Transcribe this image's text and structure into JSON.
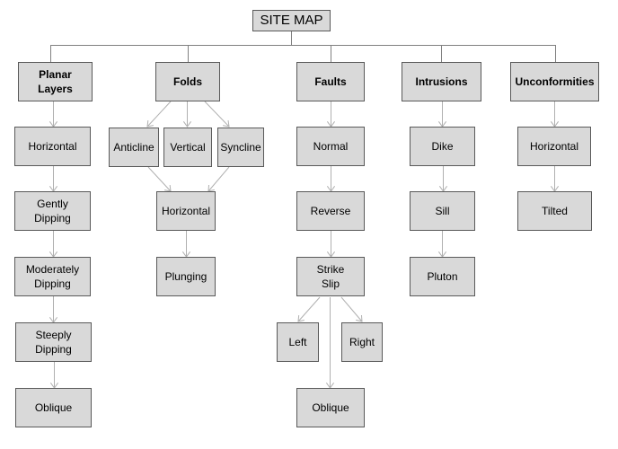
{
  "title": "SITE MAP",
  "categories": [
    {
      "label": "Planar\nLayers",
      "children": [
        "Horizontal",
        "Gently\nDipping",
        "Moderately\nDipping",
        "Steeply\nDipping",
        "Oblique"
      ]
    },
    {
      "label": "Folds",
      "children": [
        "Anticline",
        "Vertical",
        "Syncline",
        "Horizontal",
        "Plunging"
      ]
    },
    {
      "label": "Faults",
      "children": [
        "Normal",
        "Reverse",
        "Strike\nSlip",
        "Left",
        "Right",
        "Oblique"
      ]
    },
    {
      "label": "Intrusions",
      "children": [
        "Dike",
        "Sill",
        "Pluton"
      ]
    },
    {
      "label": "Unconformities",
      "children": [
        "Horizontal",
        "Tilted"
      ]
    }
  ],
  "colors": {
    "box_fill": "#d9d9d9",
    "box_border": "#595959",
    "tree_line": "#808080",
    "arrow_line": "#b0b0b0"
  }
}
